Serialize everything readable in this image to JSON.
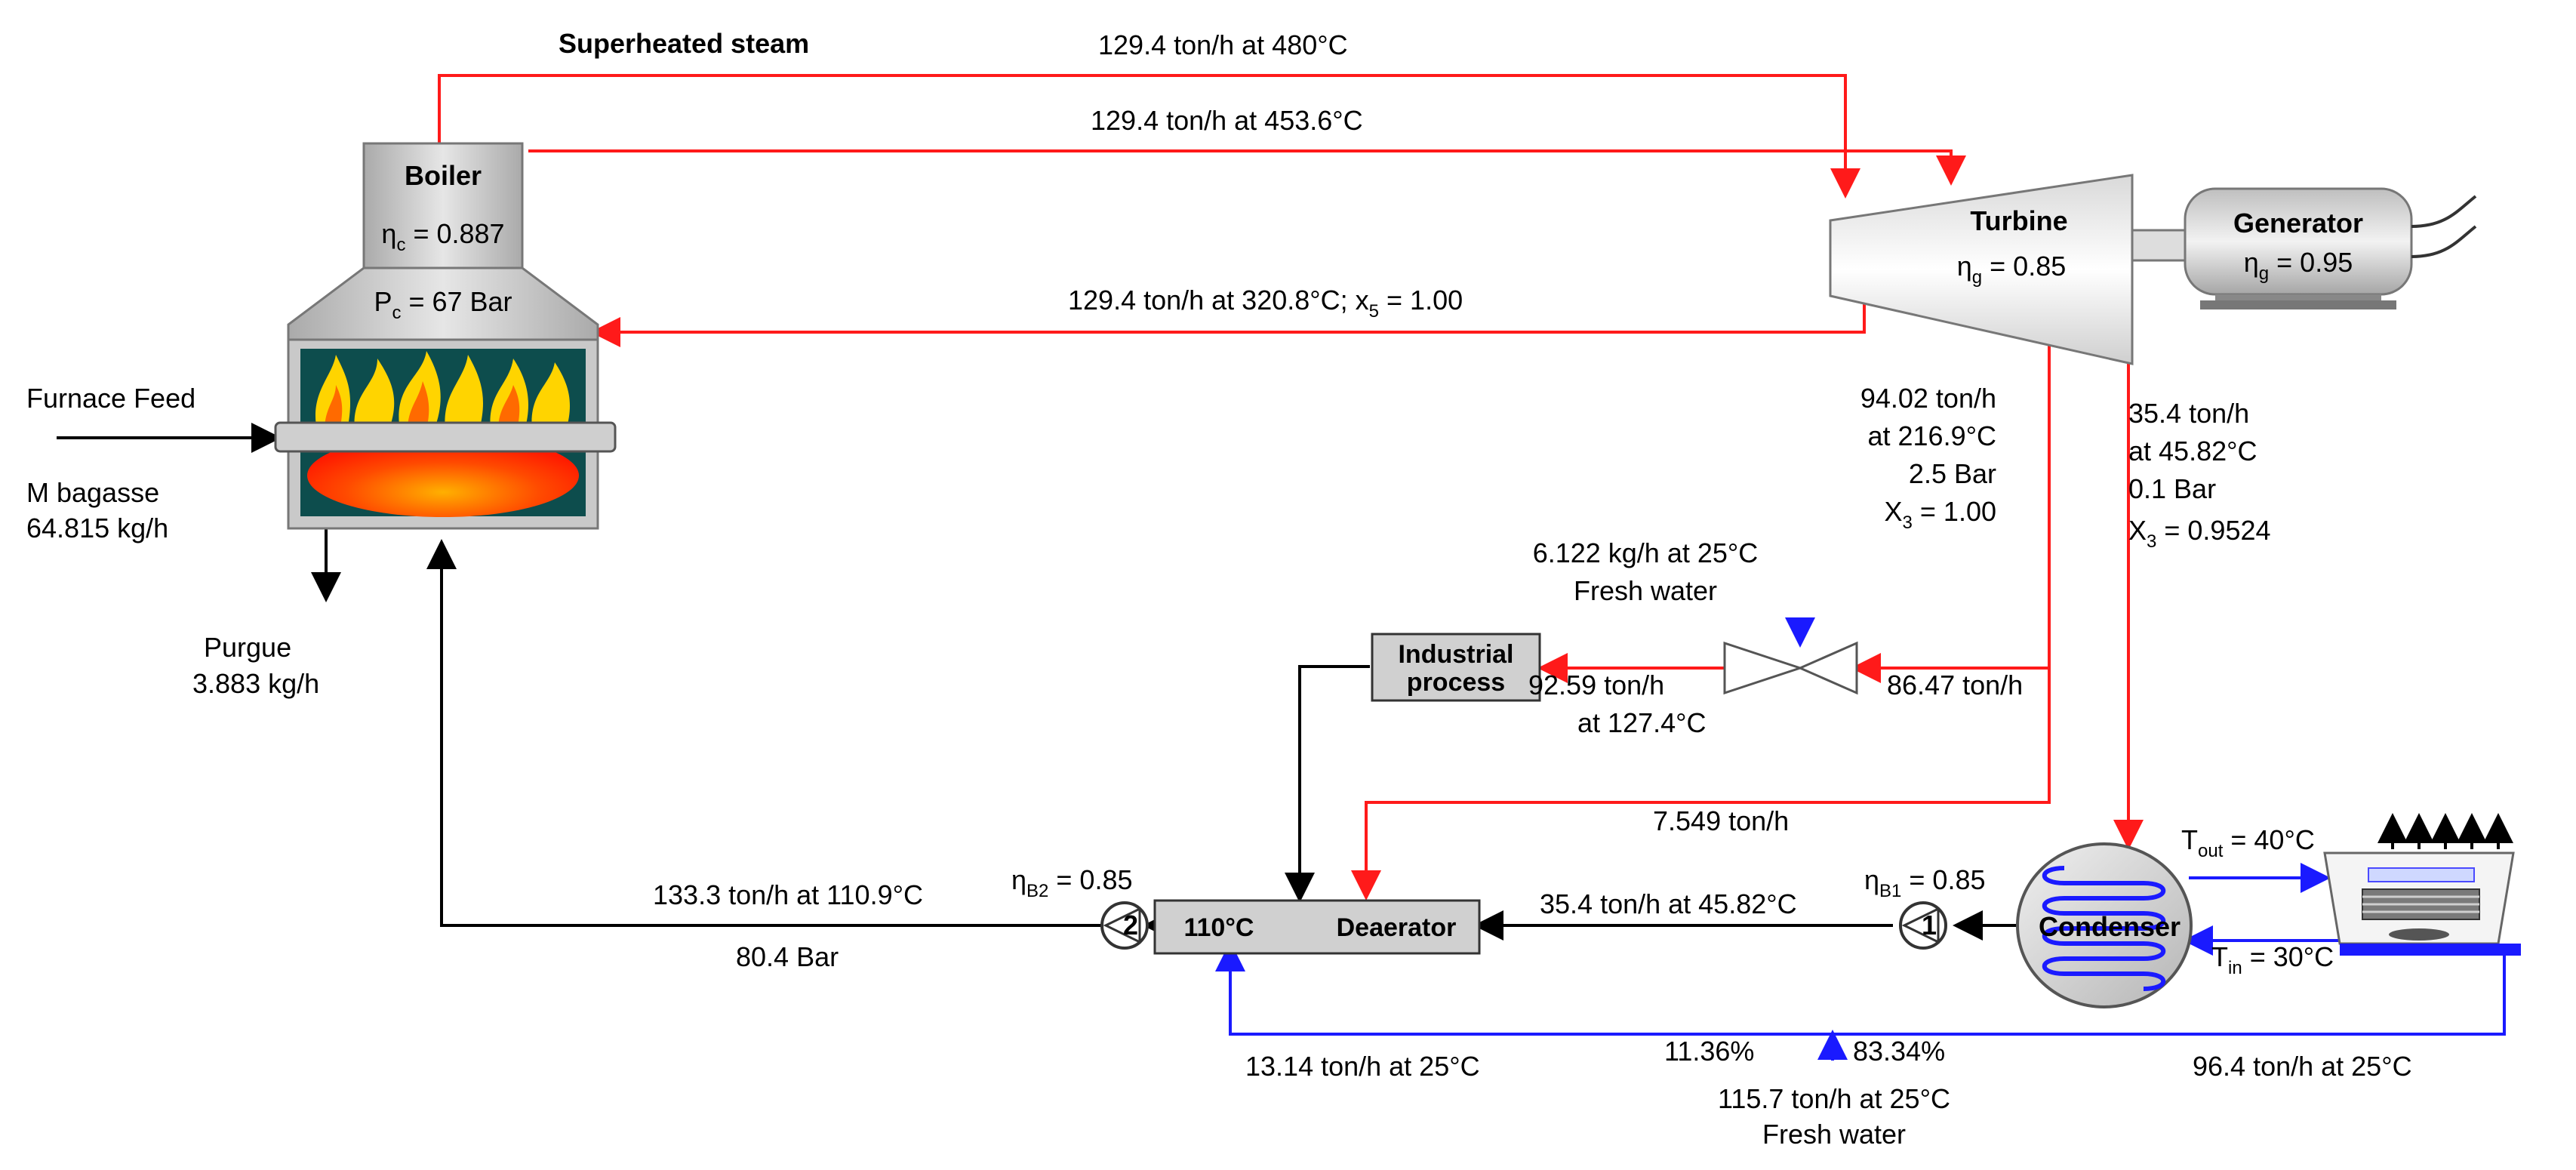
{
  "colors": {
    "steam_line": "#ff1a1a",
    "water_line": "#1a1aff",
    "process_line": "#000000",
    "unit_fill": "#cccccc",
    "furnace_interior": "#0d4d4d",
    "flame_outer": "#ffd400",
    "flame_inner": "#ff6a00",
    "ember": "#ff2a00"
  },
  "icons": {
    "boiler": "boiler-furnace-icon",
    "turbine": "turbine-icon",
    "generator": "generator-icon",
    "condenser": "condenser-coil-icon",
    "cooling_tower": "cooling-tower-icon",
    "pump": "pump-icon",
    "valve": "valve-icon"
  },
  "labels": {
    "superheated_steam": "Superheated steam",
    "steam_480": "129.4 ton/h at 480°C",
    "steam_453": "129.4 ton/h at 453.6°C",
    "return_320": "129.4 ton/h at 320.8°C; x",
    "return_320_sub": "5",
    "return_320_end": " = 1.00",
    "boiler_name": "Boiler",
    "boiler_eta": "η",
    "boiler_eta_sub": "c",
    "boiler_eta_val": " = 0.887",
    "boiler_p": "P",
    "boiler_p_sub": "c",
    "boiler_p_val": " = 67 Bar",
    "furnace_feed": "Furnace Feed",
    "m_bagasse": "M bagasse",
    "m_bagasse_val": "64.815 kg/h",
    "purgue": "Purgue",
    "purgue_val": "3.883 kg/h",
    "turbine_name": "Turbine",
    "turbine_eta": "η",
    "turbine_eta_sub": "g",
    "turbine_eta_val": " = 0.85",
    "generator_name": "Generator",
    "generator_eta": "η",
    "generator_eta_sub": "g",
    "generator_eta_val": " = 0.95",
    "ext_flow_1": "94.02 ton/h",
    "ext_flow_2": "at 216.9°C",
    "ext_flow_3": "2.5 Bar",
    "ext_flow_4": "X",
    "ext_flow_4_sub": "3",
    "ext_flow_4_val": " = 1.00",
    "cond_flow_1": "35.4 ton/h",
    "cond_flow_2": "at 45.82°C",
    "cond_flow_3": "0.1 Bar",
    "cond_flow_4": "X",
    "cond_flow_4_sub": "3",
    "cond_flow_4_val": " = 0.9524",
    "fresh_top_1": "6.122 kg/h at 25°C",
    "fresh_top_2": "Fresh water",
    "industrial_1": "Industrial",
    "industrial_2": "process",
    "flow_9259_1": "92.59 ton/h",
    "flow_9259_2": "at 127.4°C",
    "flow_8647": "86.47 ton/h",
    "flow_7549": "7.549 ton/h",
    "pump2_eta": "η",
    "pump2_eta_sub": "B2",
    "pump2_eta_val": " = 0.85",
    "pump1_eta": "η",
    "pump1_eta_sub": "B1",
    "pump1_eta_val": " = 0.85",
    "pump2_num": "2",
    "pump1_num": "1",
    "feed_flow": "133.3 ton/h at 110.9°C",
    "feed_pressure": "80.4 Bar",
    "deaerator_temp": "110°C",
    "deaerator_name": "Deaerator",
    "condensate_flow": "35.4 ton/h at 45.82°C",
    "condenser_name": "Condenser",
    "t_out": "T",
    "t_out_sub": "out",
    "t_out_val": " = 40°C",
    "t_in": "T",
    "t_in_sub": "in",
    "t_in_val": " = 30°C",
    "makeup_flow": "13.14 ton/h at 25°C",
    "pct_1136": "11.36%",
    "pct_8334": "83.34%",
    "fresh_bottom_1": "115.7 ton/h at 25°C",
    "fresh_bottom_2": "Fresh water",
    "tower_flow": "96.4 ton/h at 25°C"
  }
}
